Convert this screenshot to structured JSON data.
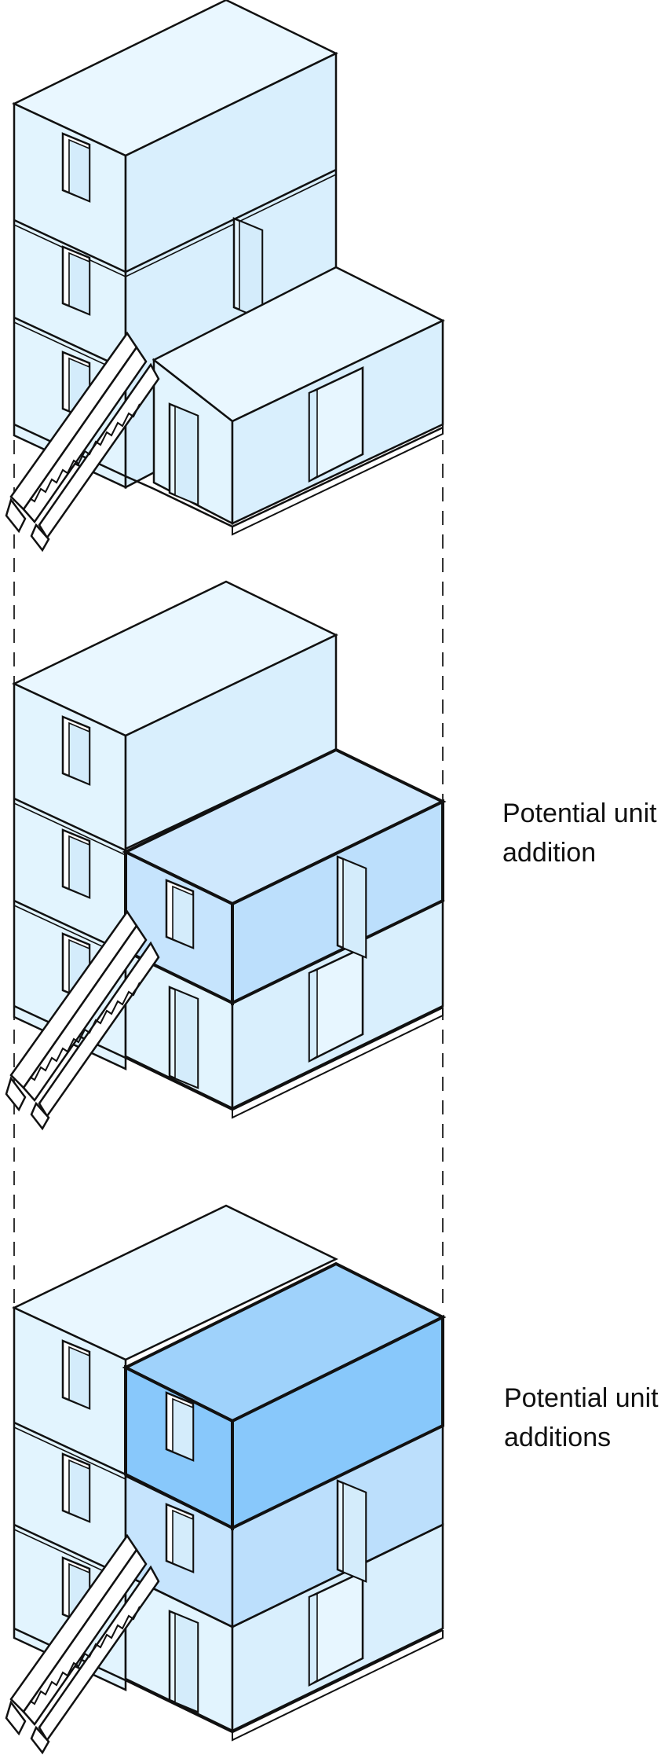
{
  "diagram": {
    "stage_1": {
      "label_line1": "",
      "label_line2": ""
    },
    "stage_2": {
      "label_line1": "Potential unit",
      "label_line2": "addition"
    },
    "stage_3": {
      "label_line1": "Potential unit",
      "label_line2": "additions"
    }
  },
  "colors": {
    "face_light": "#e2f4fe",
    "face_side": "#d9effd",
    "face_top": "#e9f7ff",
    "addition_medium": "#c6e4fd",
    "addition_side": "#bcdffc",
    "addition_strong": "#88c8fb",
    "stroke": "#111111",
    "guide_line": "#333333"
  }
}
